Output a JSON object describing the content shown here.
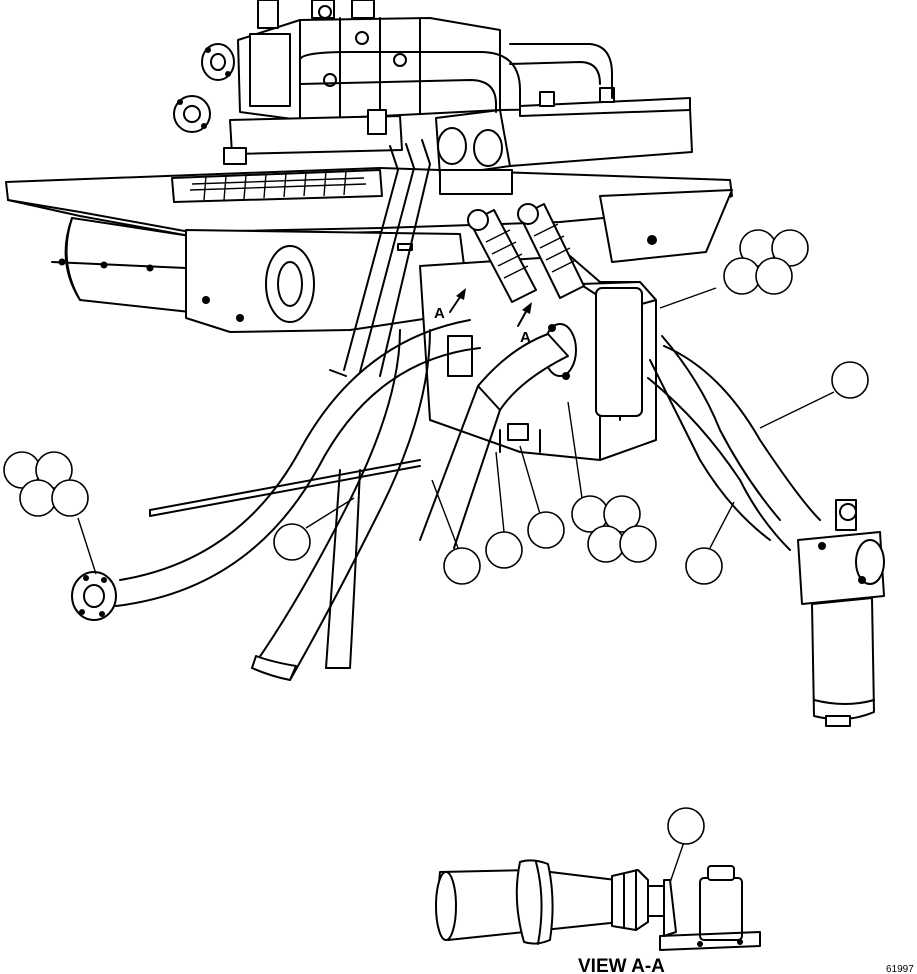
{
  "view_label": "VIEW A-A",
  "section_marks": [
    "A",
    "A"
  ],
  "drawing_number": "61997"
}
